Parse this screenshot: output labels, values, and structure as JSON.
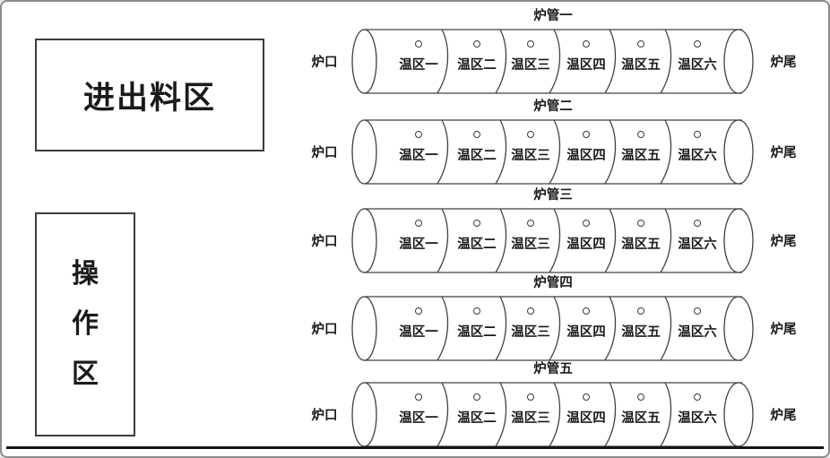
{
  "areas": {
    "loading": {
      "label": "进出料区"
    },
    "operation": {
      "label": "操作区",
      "chars": [
        "操",
        "作",
        "区"
      ]
    }
  },
  "furnace": {
    "tubes": [
      {
        "title": "炉管一",
        "left_label": "炉口",
        "right_label": "炉尾",
        "zones": [
          "温区一",
          "温区二",
          "温区三",
          "温区四",
          "温区五",
          "温区六"
        ]
      },
      {
        "title": "炉管二",
        "left_label": "炉口",
        "right_label": "炉尾",
        "zones": [
          "温区一",
          "温区二",
          "温区三",
          "温区四",
          "温区五",
          "温区六"
        ]
      },
      {
        "title": "炉管三",
        "left_label": "炉口",
        "right_label": "炉尾",
        "zones": [
          "温区一",
          "温区二",
          "温区三",
          "温区四",
          "温区五",
          "温区六"
        ]
      },
      {
        "title": "炉管四",
        "left_label": "炉口",
        "right_label": "炉尾",
        "zones": [
          "温区一",
          "温区二",
          "温区三",
          "温区四",
          "温区五",
          "温区六"
        ]
      },
      {
        "title": "炉管五",
        "left_label": "炉口",
        "right_label": "炉尾",
        "zones": [
          "温区一",
          "温区二",
          "温区三",
          "温区四",
          "温区五",
          "温区六"
        ]
      }
    ]
  },
  "icons": {
    "zone_port": "small-circle-outline"
  },
  "colors": {
    "background": "#ffffff",
    "line": "#404040",
    "text": "#1a1a1a",
    "frame_border": "#8c8c8c",
    "floor_line": "#141414"
  }
}
